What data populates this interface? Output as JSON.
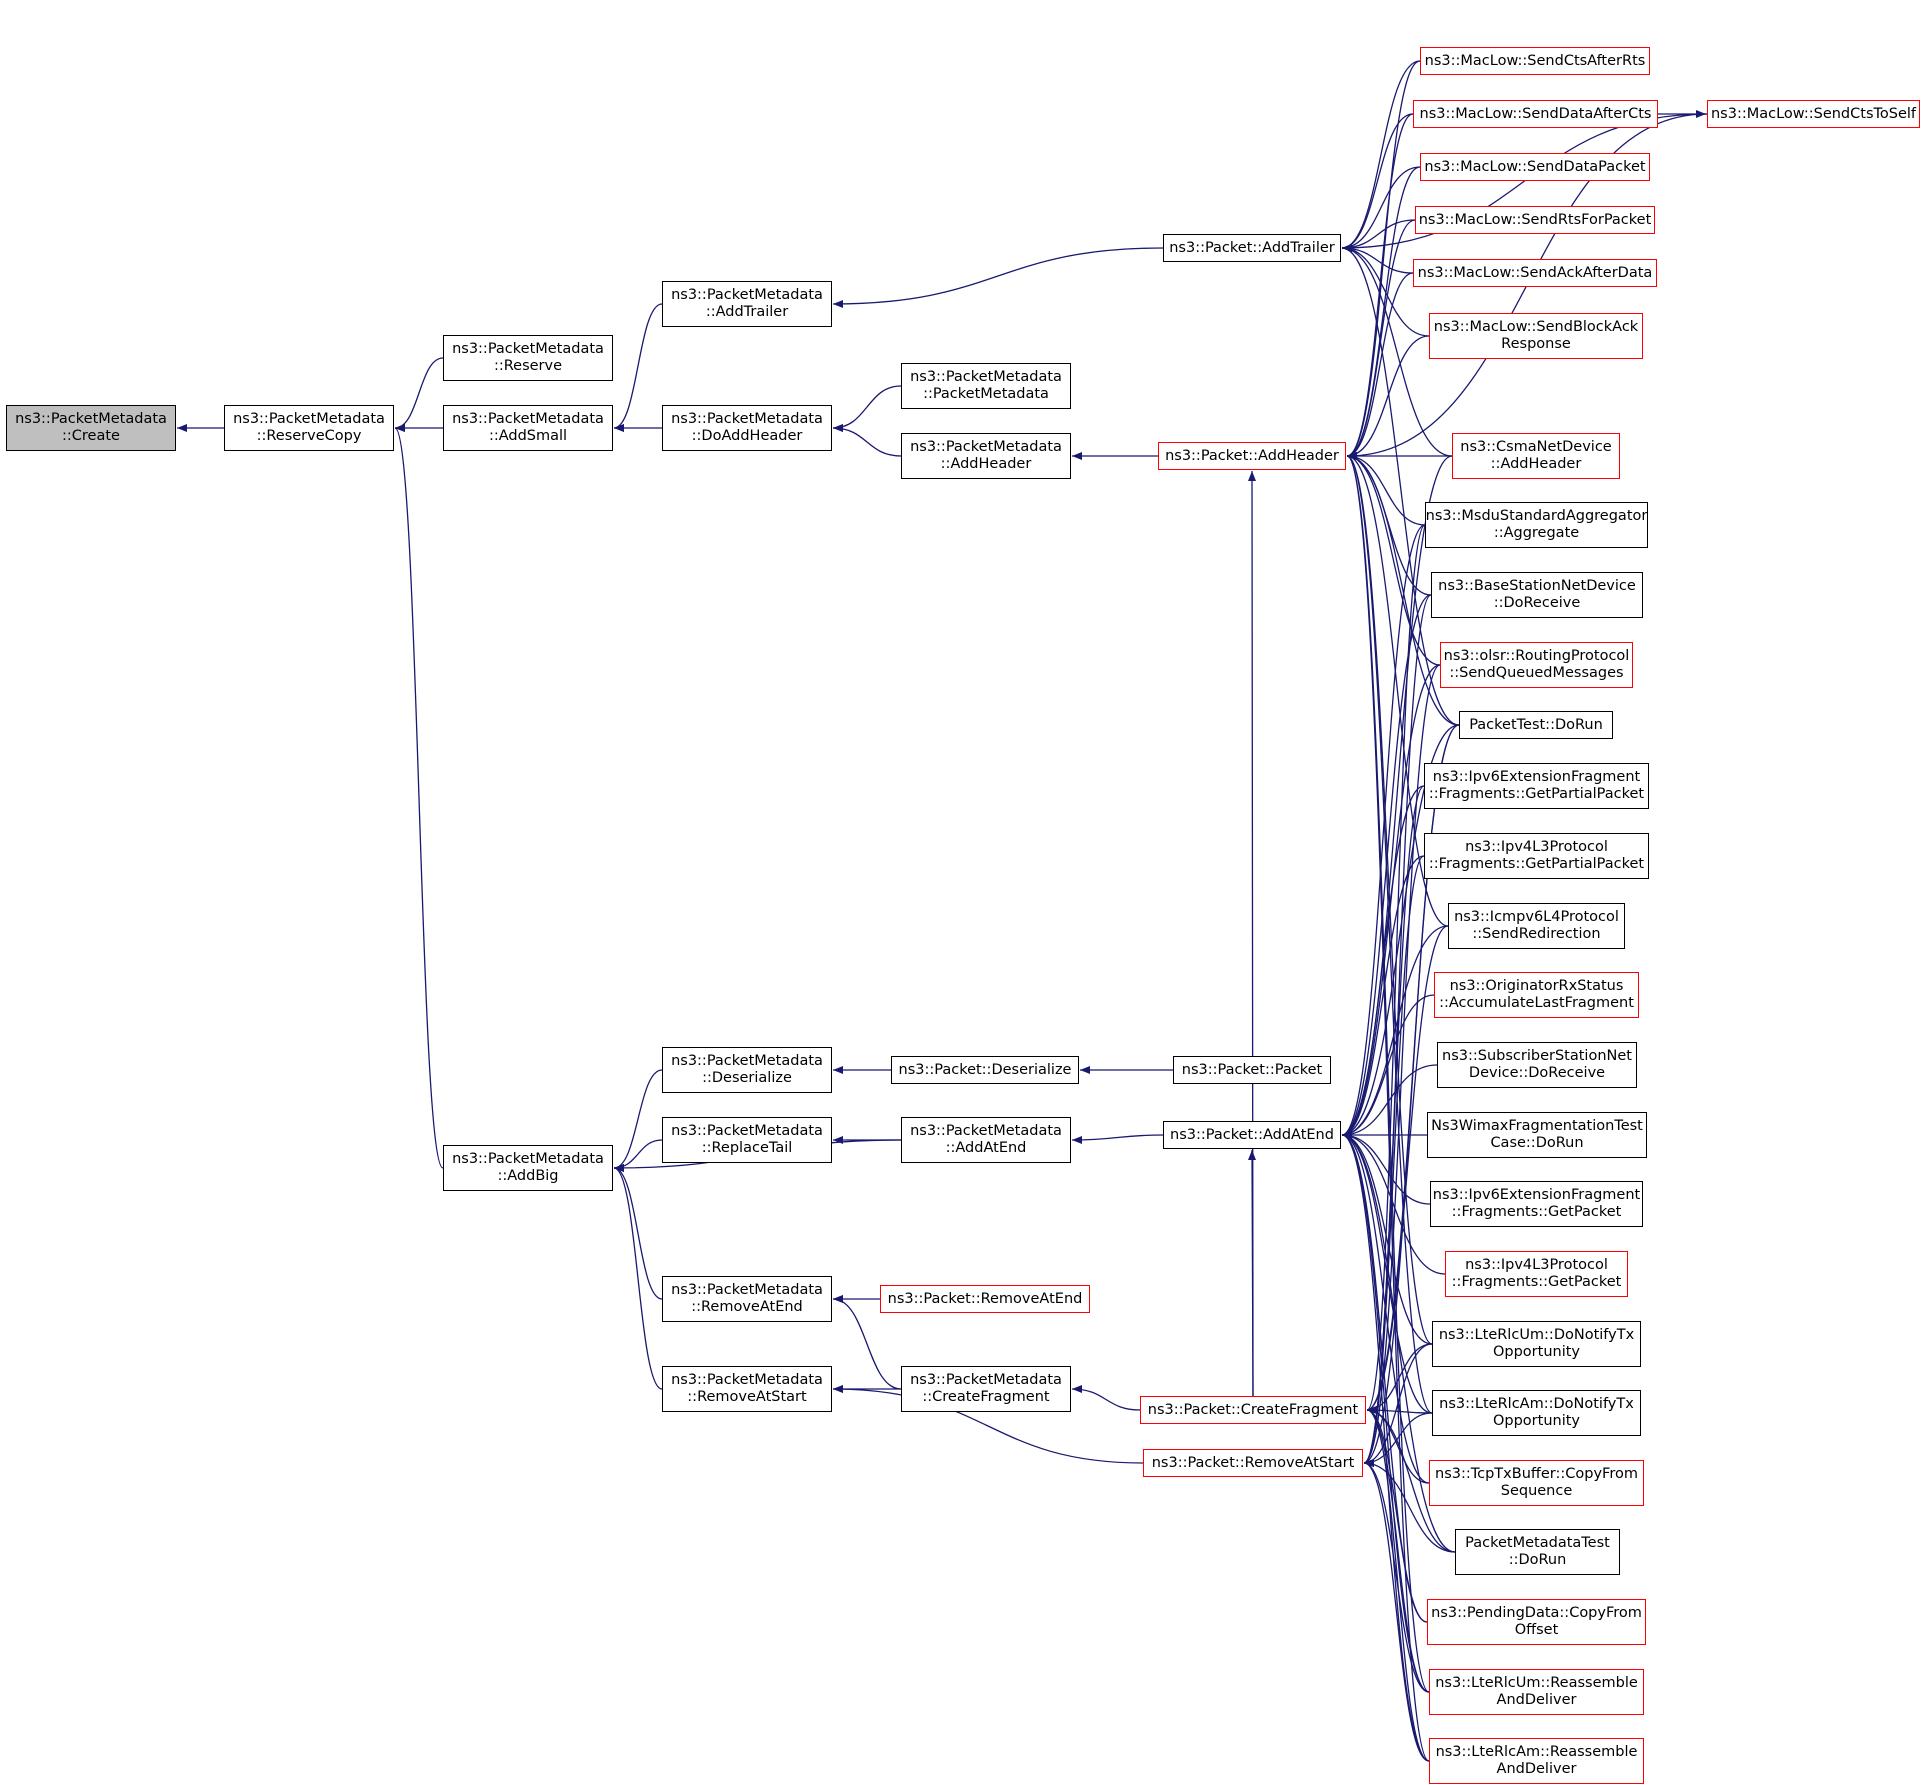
{
  "colors": {
    "edge": "#191970",
    "border": "#000000",
    "border_red": "#ff0000",
    "root_fill": "#bfbfbf",
    "background": "#ffffff"
  },
  "nodes": [
    {
      "id": "create",
      "lines": [
        "ns3::PacketMetadata",
        "::Create"
      ],
      "root": true
    },
    {
      "id": "reservecopy",
      "lines": [
        "ns3::PacketMetadata",
        "::ReserveCopy"
      ]
    },
    {
      "id": "reserve",
      "lines": [
        "ns3::PacketMetadata",
        "::Reserve"
      ]
    },
    {
      "id": "addsmall",
      "lines": [
        "ns3::PacketMetadata",
        "::AddSmall"
      ]
    },
    {
      "id": "addbig",
      "lines": [
        "ns3::PacketMetadata",
        "::AddBig"
      ]
    },
    {
      "id": "pm_addtrailer",
      "lines": [
        "ns3::PacketMetadata",
        "::AddTrailer"
      ]
    },
    {
      "id": "pm_doaddheader",
      "lines": [
        "ns3::PacketMetadata",
        "::DoAddHeader"
      ]
    },
    {
      "id": "pm_pm",
      "lines": [
        "ns3::PacketMetadata",
        "::PacketMetadata"
      ]
    },
    {
      "id": "pm_addheader",
      "lines": [
        "ns3::PacketMetadata",
        "::AddHeader"
      ]
    },
    {
      "id": "p_addtrailer",
      "lines": [
        "ns3::Packet::AddTrailer"
      ]
    },
    {
      "id": "p_addheader",
      "lines": [
        "ns3::Packet::AddHeader"
      ],
      "red": true
    },
    {
      "id": "pm_deserialize",
      "lines": [
        "ns3::PacketMetadata",
        "::Deserialize"
      ]
    },
    {
      "id": "p_deserialize",
      "lines": [
        "ns3::Packet::Deserialize"
      ]
    },
    {
      "id": "p_packet",
      "lines": [
        "ns3::Packet::Packet"
      ]
    },
    {
      "id": "pm_replacetail",
      "lines": [
        "ns3::PacketMetadata",
        "::ReplaceTail"
      ]
    },
    {
      "id": "pm_addatend",
      "lines": [
        "ns3::PacketMetadata",
        "::AddAtEnd"
      ]
    },
    {
      "id": "p_addatend",
      "lines": [
        "ns3::Packet::AddAtEnd"
      ]
    },
    {
      "id": "pm_removeatend",
      "lines": [
        "ns3::PacketMetadata",
        "::RemoveAtEnd"
      ]
    },
    {
      "id": "p_removeatend",
      "lines": [
        "ns3::Packet::RemoveAtEnd"
      ],
      "red": true
    },
    {
      "id": "pm_removeatstart",
      "lines": [
        "ns3::PacketMetadata",
        "::RemoveAtStart"
      ]
    },
    {
      "id": "pm_createfragment",
      "lines": [
        "ns3::PacketMetadata",
        "::CreateFragment"
      ]
    },
    {
      "id": "p_createfragment",
      "lines": [
        "ns3::Packet::CreateFragment"
      ],
      "red": true
    },
    {
      "id": "p_removeatstart",
      "lines": [
        "ns3::Packet::RemoveAtStart"
      ],
      "red": true
    },
    {
      "id": "mac_ctsafterrts",
      "lines": [
        "ns3::MacLow::SendCtsAfterRts"
      ],
      "red": true
    },
    {
      "id": "mac_dataaftercts",
      "lines": [
        "ns3::MacLow::SendDataAfterCts"
      ],
      "red": true
    },
    {
      "id": "mac_ctstoself",
      "lines": [
        "ns3::MacLow::SendCtsToSelf"
      ],
      "red": true
    },
    {
      "id": "mac_datapacket",
      "lines": [
        "ns3::MacLow::SendDataPacket"
      ],
      "red": true
    },
    {
      "id": "mac_rtsforpacket",
      "lines": [
        "ns3::MacLow::SendRtsForPacket"
      ],
      "red": true
    },
    {
      "id": "mac_ackafterdata",
      "lines": [
        "ns3::MacLow::SendAckAfterData"
      ],
      "red": true
    },
    {
      "id": "mac_blockack",
      "lines": [
        "ns3::MacLow::SendBlockAck",
        "Response"
      ],
      "red": true
    },
    {
      "id": "csma_addheader",
      "lines": [
        "ns3::CsmaNetDevice",
        "::AddHeader"
      ],
      "red": true
    },
    {
      "id": "msdu_aggregate",
      "lines": [
        "ns3::MsduStandardAggregator",
        "::Aggregate"
      ]
    },
    {
      "id": "bs_doreceive",
      "lines": [
        "ns3::BaseStationNetDevice",
        "::DoReceive"
      ]
    },
    {
      "id": "olsr_sendqueued",
      "lines": [
        "ns3::olsr::RoutingProtocol",
        "::SendQueuedMessages"
      ],
      "red": true
    },
    {
      "id": "packettest_dorun",
      "lines": [
        "PacketTest::DoRun"
      ]
    },
    {
      "id": "ipv6_getpartial",
      "lines": [
        "ns3::Ipv6ExtensionFragment",
        "::Fragments::GetPartialPacket"
      ]
    },
    {
      "id": "ipv4_getpartial",
      "lines": [
        "ns3::Ipv4L3Protocol",
        "::Fragments::GetPartialPacket"
      ]
    },
    {
      "id": "icmpv6_sendredirection",
      "lines": [
        "ns3::Icmpv6L4Protocol",
        "::SendRedirection"
      ]
    },
    {
      "id": "originator_accumulate",
      "lines": [
        "ns3::OriginatorRxStatus",
        "::AccumulateLastFragment"
      ],
      "red": true
    },
    {
      "id": "ss_doreceive",
      "lines": [
        "ns3::SubscriberStationNet",
        "Device::DoReceive"
      ]
    },
    {
      "id": "wimax_fragtest",
      "lines": [
        "Ns3WimaxFragmentationTest",
        "Case::DoRun"
      ]
    },
    {
      "id": "ipv6_getpacket",
      "lines": [
        "ns3::Ipv6ExtensionFragment",
        "::Fragments::GetPacket"
      ]
    },
    {
      "id": "ipv4_getpacket",
      "lines": [
        "ns3::Ipv4L3Protocol",
        "::Fragments::GetPacket"
      ],
      "red": true
    },
    {
      "id": "lterlcum_notify",
      "lines": [
        "ns3::LteRlcUm::DoNotifyTx",
        "Opportunity"
      ]
    },
    {
      "id": "lterlcam_notify",
      "lines": [
        "ns3::LteRlcAm::DoNotifyTx",
        "Opportunity"
      ]
    },
    {
      "id": "tcptx_copyfrom",
      "lines": [
        "ns3::TcpTxBuffer::CopyFrom",
        "Sequence"
      ],
      "red": true
    },
    {
      "id": "pmtest_dorun",
      "lines": [
        "PacketMetadataTest",
        "::DoRun"
      ]
    },
    {
      "id": "pending_copyfrom",
      "lines": [
        "ns3::PendingData::CopyFrom",
        "Offset"
      ],
      "red": true
    },
    {
      "id": "lterlcum_reassemble",
      "lines": [
        "ns3::LteRlcUm::Reassemble",
        "AndDeliver"
      ],
      "red": true
    },
    {
      "id": "lterlcam_reassemble",
      "lines": [
        "ns3::LteRlcAm::Reassemble",
        "AndDeliver"
      ],
      "red": true
    }
  ],
  "edges": [
    [
      "reservecopy",
      "create"
    ],
    [
      "reserve",
      "reservecopy"
    ],
    [
      "addsmall",
      "reservecopy"
    ],
    [
      "addbig",
      "reservecopy"
    ],
    [
      "pm_addtrailer",
      "addsmall"
    ],
    [
      "pm_doaddheader",
      "addsmall"
    ],
    [
      "pm_pm",
      "pm_doaddheader"
    ],
    [
      "pm_addheader",
      "pm_doaddheader"
    ],
    [
      "p_addtrailer",
      "pm_addtrailer"
    ],
    [
      "p_addheader",
      "pm_addheader"
    ],
    [
      "pm_deserialize",
      "addbig"
    ],
    [
      "pm_replacetail",
      "addbig"
    ],
    [
      "pm_addatend",
      "addbig"
    ],
    [
      "pm_removeatend",
      "addbig"
    ],
    [
      "pm_removeatstart",
      "addbig"
    ],
    [
      "p_deserialize",
      "pm_deserialize"
    ],
    [
      "p_packet",
      "p_deserialize"
    ],
    [
      "pm_addatend",
      "pm_replacetail"
    ],
    [
      "p_addatend",
      "pm_addatend"
    ],
    [
      "p_removeatend",
      "pm_removeatend"
    ],
    [
      "pm_createfragment",
      "pm_removeatend"
    ],
    [
      "pm_createfragment",
      "pm_removeatstart"
    ],
    [
      "p_removeatstart",
      "pm_removeatstart"
    ],
    [
      "p_createfragment",
      "pm_createfragment"
    ],
    [
      "p_createfragment",
      "p_addheader"
    ],
    [
      "p_createfragment",
      "p_addatend"
    ],
    [
      "mac_dataaftercts",
      "mac_ctstoself"
    ],
    [
      "mac_ctsafterrts",
      "p_addtrailer"
    ],
    [
      "mac_dataaftercts",
      "p_addtrailer"
    ],
    [
      "mac_datapacket",
      "p_addtrailer"
    ],
    [
      "mac_rtsforpacket",
      "p_addtrailer"
    ],
    [
      "mac_ackafterdata",
      "p_addtrailer"
    ],
    [
      "mac_blockack",
      "p_addtrailer"
    ],
    [
      "mac_ctstoself",
      "p_addtrailer"
    ],
    [
      "csma_addheader",
      "p_addtrailer"
    ],
    [
      "packettest_dorun",
      "p_addtrailer"
    ],
    [
      "mac_ctsafterrts",
      "p_addheader"
    ],
    [
      "mac_dataaftercts",
      "p_addheader"
    ],
    [
      "mac_datapacket",
      "p_addheader"
    ],
    [
      "mac_rtsforpacket",
      "p_addheader"
    ],
    [
      "mac_ackafterdata",
      "p_addheader"
    ],
    [
      "mac_blockack",
      "p_addheader"
    ],
    [
      "mac_ctstoself",
      "p_addheader"
    ],
    [
      "csma_addheader",
      "p_addheader"
    ],
    [
      "msdu_aggregate",
      "p_addheader"
    ],
    [
      "bs_doreceive",
      "p_addheader"
    ],
    [
      "olsr_sendqueued",
      "p_addheader"
    ],
    [
      "packettest_dorun",
      "p_addheader"
    ],
    [
      "icmpv6_sendredirection",
      "p_addheader"
    ],
    [
      "lterlcum_notify",
      "p_addheader"
    ],
    [
      "lterlcam_notify",
      "p_addheader"
    ],
    [
      "lterlcum_reassemble",
      "p_addheader"
    ],
    [
      "lterlcam_reassemble",
      "p_addheader"
    ],
    [
      "csma_addheader",
      "p_addatend"
    ],
    [
      "msdu_aggregate",
      "p_addatend"
    ],
    [
      "bs_doreceive",
      "p_addatend"
    ],
    [
      "olsr_sendqueued",
      "p_addatend"
    ],
    [
      "packettest_dorun",
      "p_addatend"
    ],
    [
      "ipv6_getpartial",
      "p_addatend"
    ],
    [
      "ipv4_getpartial",
      "p_addatend"
    ],
    [
      "icmpv6_sendredirection",
      "p_addatend"
    ],
    [
      "originator_accumulate",
      "p_addatend"
    ],
    [
      "ss_doreceive",
      "p_addatend"
    ],
    [
      "wimax_fragtest",
      "p_addatend"
    ],
    [
      "ipv6_getpacket",
      "p_addatend"
    ],
    [
      "ipv4_getpacket",
      "p_addatend"
    ],
    [
      "lterlcum_notify",
      "p_addatend"
    ],
    [
      "lterlcam_notify",
      "p_addatend"
    ],
    [
      "tcptx_copyfrom",
      "p_addatend"
    ],
    [
      "pmtest_dorun",
      "p_addatend"
    ],
    [
      "pending_copyfrom",
      "p_addatend"
    ],
    [
      "lterlcum_reassemble",
      "p_addatend"
    ],
    [
      "lterlcam_reassemble",
      "p_addatend"
    ],
    [
      "msdu_aggregate",
      "p_createfragment"
    ],
    [
      "packettest_dorun",
      "p_createfragment"
    ],
    [
      "icmpv6_sendredirection",
      "p_createfragment"
    ],
    [
      "lterlcum_notify",
      "p_createfragment"
    ],
    [
      "lterlcam_notify",
      "p_createfragment"
    ],
    [
      "tcptx_copyfrom",
      "p_createfragment"
    ],
    [
      "pmtest_dorun",
      "p_createfragment"
    ],
    [
      "pending_copyfrom",
      "p_createfragment"
    ],
    [
      "lterlcum_reassemble",
      "p_createfragment"
    ],
    [
      "lterlcam_reassemble",
      "p_createfragment"
    ],
    [
      "bs_doreceive",
      "p_removeatstart"
    ],
    [
      "olsr_sendqueued",
      "p_removeatstart"
    ],
    [
      "packettest_dorun",
      "p_removeatstart"
    ],
    [
      "ipv6_getpartial",
      "p_removeatstart"
    ],
    [
      "ipv4_getpartial",
      "p_removeatstart"
    ],
    [
      "lterlcum_notify",
      "p_removeatstart"
    ],
    [
      "lterlcam_notify",
      "p_removeatstart"
    ],
    [
      "pmtest_dorun",
      "p_removeatstart"
    ],
    [
      "lterlcum_reassemble",
      "p_removeatstart"
    ],
    [
      "lterlcam_reassemble",
      "p_removeatstart"
    ]
  ]
}
